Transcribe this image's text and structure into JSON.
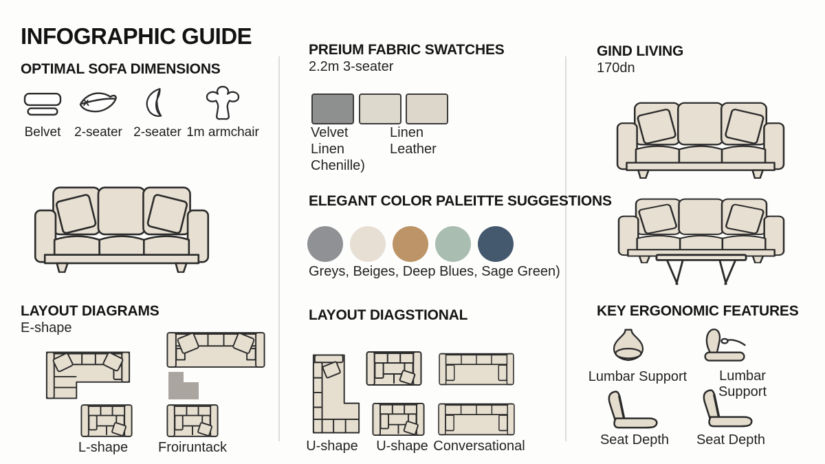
{
  "page": {
    "title": "INFOGRAPHIC GUIDE"
  },
  "left": {
    "dimensions": {
      "heading": "OPTIMAL SOFA DIMENSIONS",
      "items": [
        {
          "icon": "mattress-stack-icon",
          "label": "Belvet"
        },
        {
          "icon": "leaf-sofa-icon",
          "label": "2-seater"
        },
        {
          "icon": "crescent-sofa-icon",
          "label": "2-seater"
        },
        {
          "icon": "armchair-outline-icon",
          "label": "1m armchair"
        }
      ]
    },
    "layouts": {
      "heading": "LAYOUT DIAGRAMS",
      "subheading": "E-shape",
      "labels": [
        "L-shape",
        "Froiruntack"
      ]
    }
  },
  "middle": {
    "fabric": {
      "heading": "PREIUM FABRIC SWATCHES",
      "subheading": "2.2m 3-seater",
      "swatch_colors": [
        "#8e9090",
        "#ded9cd",
        "#ddd7cb"
      ],
      "swatch_names": [
        "gray-velvet-swatch",
        "beige-linen-swatch",
        "beige-leather-swatch"
      ],
      "labels_col1": [
        "Velvet",
        "Linen",
        "Chenille)"
      ],
      "labels_col2": [
        "Linen",
        "Leather"
      ]
    },
    "palette": {
      "heading": "ELEGANT COLOR PALEITTE SUGGESTIONS",
      "colors": [
        "#909194",
        "#e7dfd3",
        "#bc9467",
        "#a9bdb1",
        "#44596e"
      ],
      "caption": "Greys, Beiges, Deep Blues, Sage Green)"
    },
    "layouts": {
      "heading": "LAYOUT DIAGSTIONAL",
      "labels": [
        "U-shape",
        "U-shape",
        "Conversational"
      ]
    }
  },
  "right": {
    "brand": {
      "heading": "GIND LIVING",
      "subheading": "170dn"
    },
    "ergonomics": {
      "heading": "KEY ERGONOMIC FEATURES",
      "items": [
        {
          "icon": "pendant-lumbar-icon",
          "label": "Lumbar Support"
        },
        {
          "icon": "recline-seat-icon",
          "label": "Lumbar Support"
        },
        {
          "icon": "seat-profile-icon",
          "label": "Seat Depth"
        },
        {
          "icon": "seat-profile-icon",
          "label": "Seat Depth"
        }
      ]
    }
  },
  "illustration_colors": {
    "sofa_fill": "#e7e0d2",
    "outline": "#2b2b2b",
    "rug_gray": "#aaa59e",
    "divider": "#dcdcdc"
  }
}
